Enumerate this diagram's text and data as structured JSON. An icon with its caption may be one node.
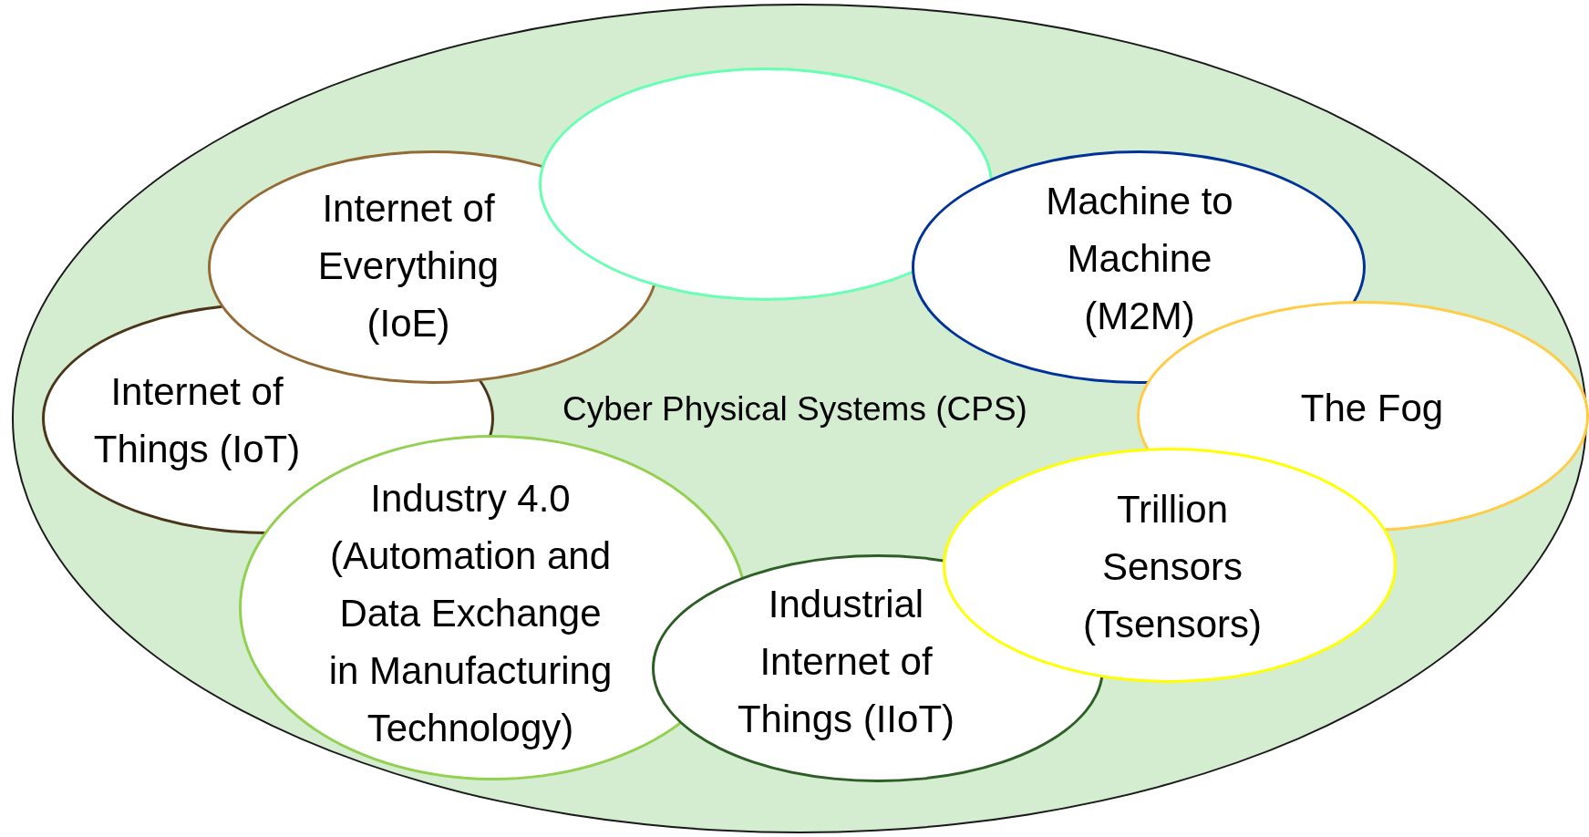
{
  "diagram": {
    "nodes": [
      {
        "text": [
          "Cyber Physical Systems (CPS)"
        ]
      },
      {
        "text": [],
        "shape": "ellipse",
        "in": 0
      },
      {
        "text": [
          "Internet of Everything (IoE)"
        ],
        "in": 0
      },
      {
        "text": [
          "Machine to Machine (M2M)"
        ],
        "in": 0
      },
      {
        "text": [
          "Internet of Things (IoT)"
        ],
        "in": 0
      },
      {
        "text": [
          "The Fog"
        ],
        "in": 0
      },
      {
        "text": [
          "Industry 4.0 (Automation and Data Exchange in Manufacturing Technology)"
        ],
        "in": 0
      },
      {
        "text": [
          "Trillion Sensors (Tsensors)"
        ],
        "in": 0
      },
      {
        "text": [
          "Industrial Internet of Things (IIoT)"
        ],
        "in": 0
      }
    ]
  }
}
